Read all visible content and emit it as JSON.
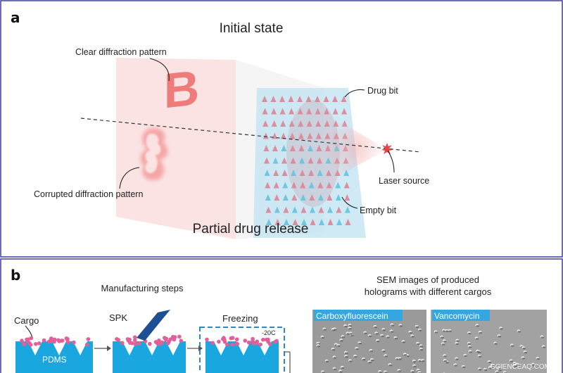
{
  "panel_a": {
    "letter": "a",
    "title": "Initial state",
    "bottom_title": "Partial drug release",
    "labels": {
      "clear": "Clear diffraction pattern",
      "corrupted": "Corrupted diffraction pattern",
      "drug_bit": "Drug bit",
      "laser_source": "Laser source",
      "empty_bit": "Empty bit"
    },
    "pattern_letter": "B"
  },
  "panel_b": {
    "letter": "b",
    "manufacturing_title": "Manufacturing steps",
    "sem_title_line1": "SEM images of produced",
    "sem_title_line2": "holograms with different cargos",
    "labels": {
      "cargo": "Cargo",
      "pdms": "PDMS",
      "spk": "SPK",
      "freezing": "Freezing",
      "temperature": "-20C"
    },
    "sem_tags": [
      "Carboxyfluorescein",
      "Vancomycin"
    ]
  },
  "watermark": "SCIENCEAQ.COM",
  "colors": {
    "border": "#3b3fa0",
    "drug": "#d98a9a",
    "empty": "#6cc3df",
    "pink_dot": "#e0609a",
    "substrate": "#1aa7e0",
    "spk_blade": "#1f4f93",
    "dashed_box": "#2f86c8",
    "tag_bg": "#34a6e0"
  }
}
